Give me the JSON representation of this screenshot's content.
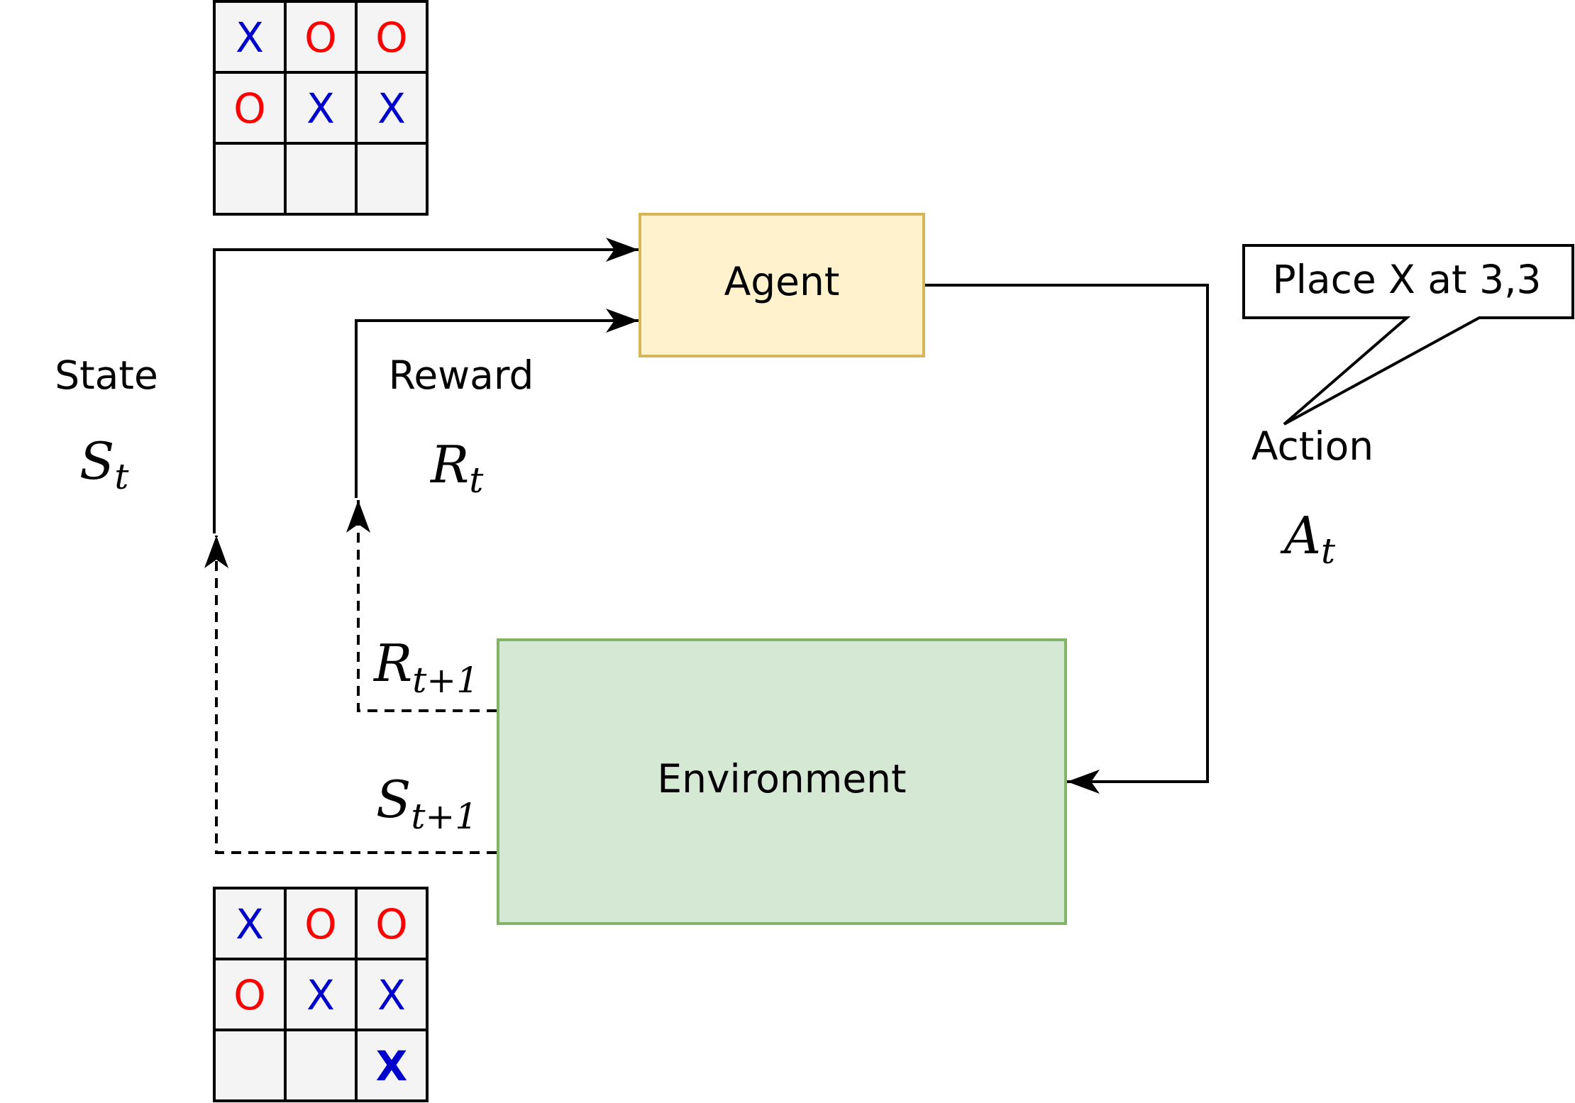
{
  "colors": {
    "x_mark": "#0000CC",
    "o_mark": "#FF0000",
    "cell_fill": "#F4F4F4",
    "agent_fill": "#FFF2CC",
    "agent_stroke": "#D6B656",
    "env_fill": "#D5E8D4",
    "env_stroke": "#82B366"
  },
  "agent": {
    "label": "Agent"
  },
  "environment": {
    "label": "Environment"
  },
  "state": {
    "label": "State",
    "symbol": "S",
    "sub": "t"
  },
  "reward": {
    "label": "Reward",
    "symbol": "R",
    "sub": "t"
  },
  "action": {
    "label": "Action",
    "symbol": "A",
    "sub": "t",
    "callout": "Place X at 3,3"
  },
  "next_reward": {
    "symbol": "R",
    "sub": "t+1"
  },
  "next_state": {
    "symbol": "S",
    "sub": "t+1"
  },
  "board_top": {
    "cells": [
      [
        "X",
        "O",
        "O"
      ],
      [
        "O",
        "X",
        "X"
      ],
      [
        "",
        "",
        ""
      ]
    ]
  },
  "board_bottom": {
    "cells": [
      [
        "X",
        "O",
        "O"
      ],
      [
        "O",
        "X",
        "X"
      ],
      [
        "",
        "",
        "X"
      ]
    ],
    "highlight": [
      2,
      2
    ]
  }
}
